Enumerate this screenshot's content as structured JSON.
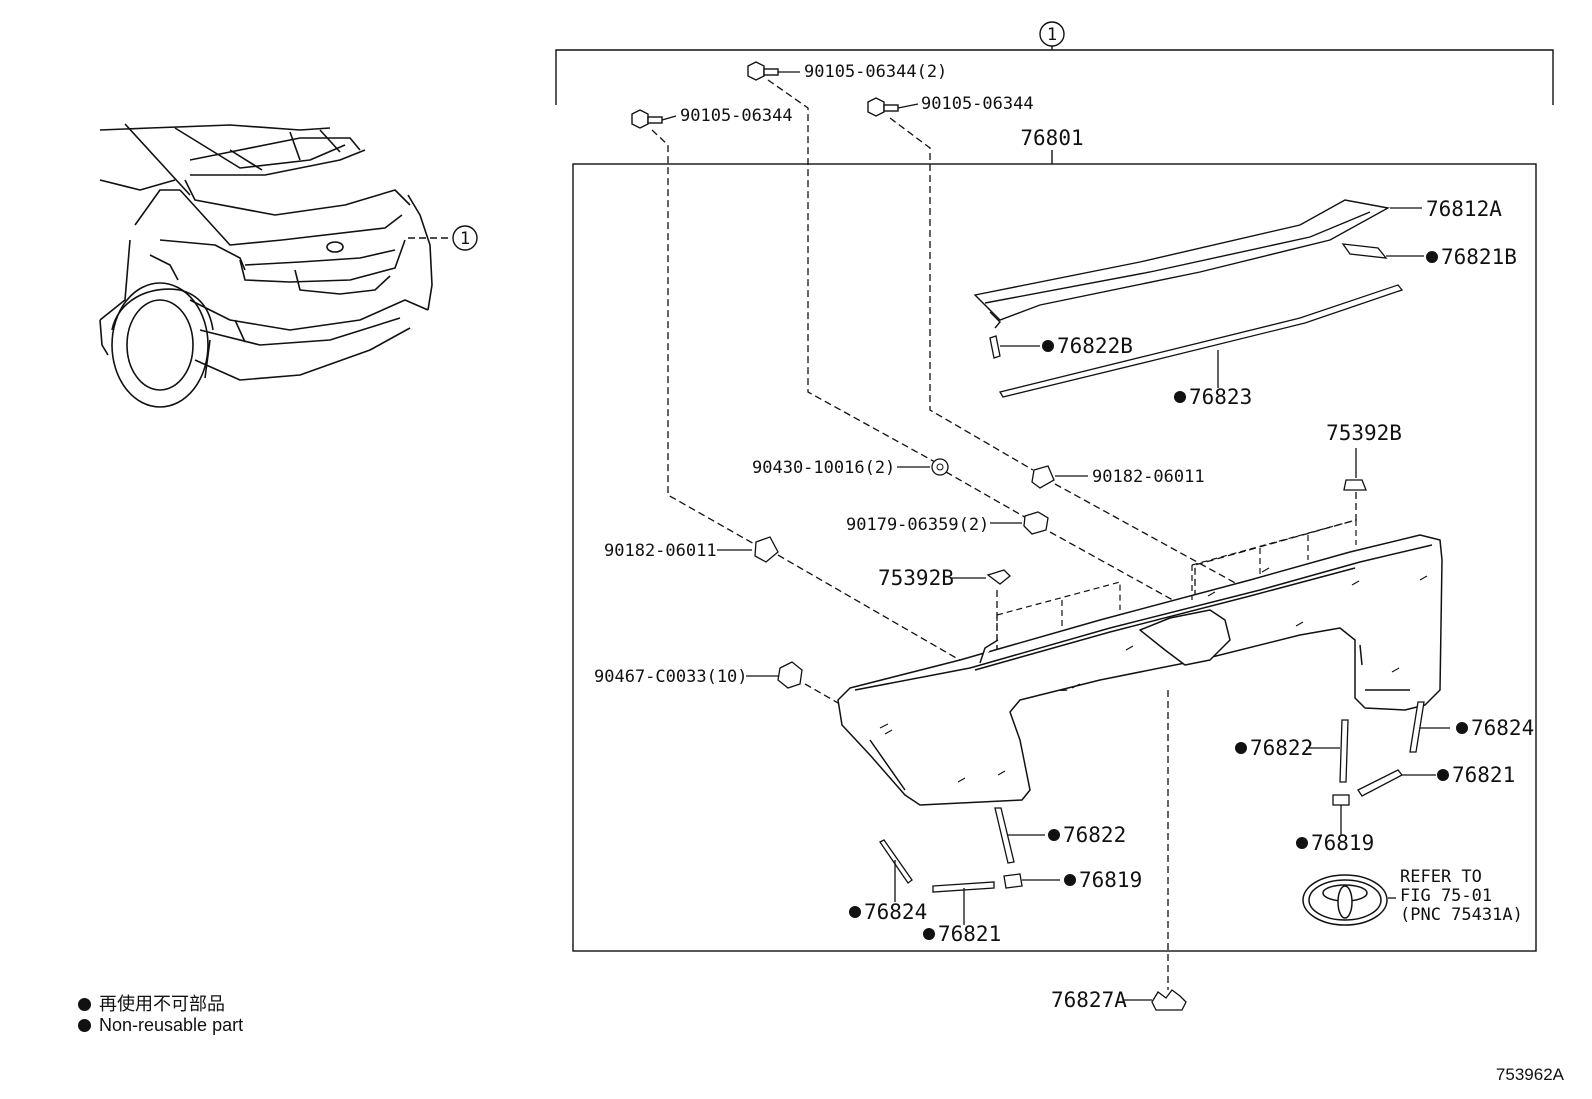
{
  "callouts": {
    "assembly_ref": "1",
    "car_ref": "1"
  },
  "labels": {
    "bolt_top": "90105-06344(2)",
    "bolt_left": "90105-06344",
    "bolt_right": "90105-06344",
    "main_part": "76801",
    "p76812a": "76812A",
    "p76821b": "76821B",
    "p76822b": "76822B",
    "p76823": "76823",
    "p75392b_right": "75392B",
    "p90182_right": "90182-06011",
    "p90430": "90430-10016(2)",
    "p90179": "90179-06359(2)",
    "p90182_left": "90182-06011",
    "p75392b_left": "75392B",
    "p90467": "90467-C0033(10)",
    "p76824_right": "76824",
    "p76822_right": "76822",
    "p76821_right": "76821",
    "p76819_right": "76819",
    "p76822_bottom": "76822",
    "p76819_bottom": "76819",
    "p76824_bottom": "76824",
    "p76821_bottom": "76821",
    "p76827a": "76827A",
    "refer_line1": "REFER TO",
    "refer_line2": "FIG 75-01",
    "refer_line3": "(PNC 75431A)"
  },
  "legend": {
    "line_ja": "再使用不可部品",
    "line_en": "Non-reusable part"
  },
  "figure_id": "753962A"
}
